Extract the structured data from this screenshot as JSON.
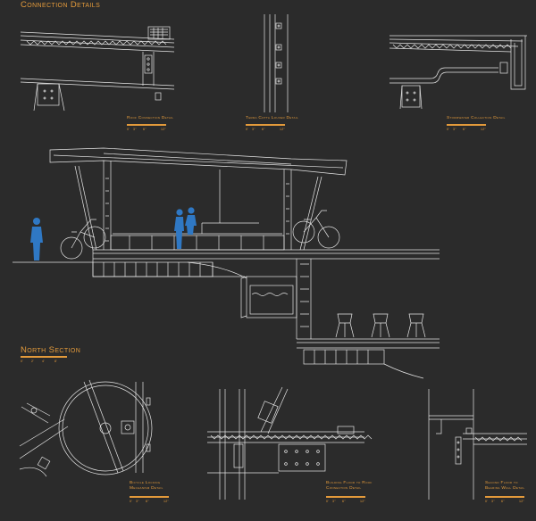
{
  "board": {
    "title": "Connection Details",
    "section_title": "North Section",
    "section_scale": [
      "0'",
      "2'",
      "4'",
      "8'"
    ],
    "details": [
      {
        "id": "roof",
        "caption": "Roof Connection Detail",
        "scale": [
          "0'",
          "3\"",
          "6\"",
          "12\""
        ]
      },
      {
        "id": "louver",
        "caption": "Terra Cotta Louver Detail",
        "scale": [
          "0'",
          "3\"",
          "6\"",
          "12\""
        ]
      },
      {
        "id": "storm",
        "caption": "Stormwater Collection Detail",
        "scale": [
          "0'",
          "3\"",
          "6\"",
          "12\""
        ]
      },
      {
        "id": "bike",
        "caption": "Bicycle Locking Mechanism Detail",
        "scale": [
          "0'",
          "3\"",
          "6\"",
          "12\""
        ]
      },
      {
        "id": "floor",
        "caption": "Building Floor to Roof Connection Detail",
        "scale": [
          "0'",
          "3\"",
          "6\"",
          "12\""
        ]
      },
      {
        "id": "bearing",
        "caption": "Second Floor to Bearing Wall Detail",
        "scale": [
          "0'",
          "3\"",
          "6\"",
          "12\""
        ]
      }
    ]
  },
  "colors": {
    "background": "#2b2b2b",
    "linework": "#e6e6e6",
    "accent": "#e39a3b",
    "figures": "#2f78c4"
  }
}
